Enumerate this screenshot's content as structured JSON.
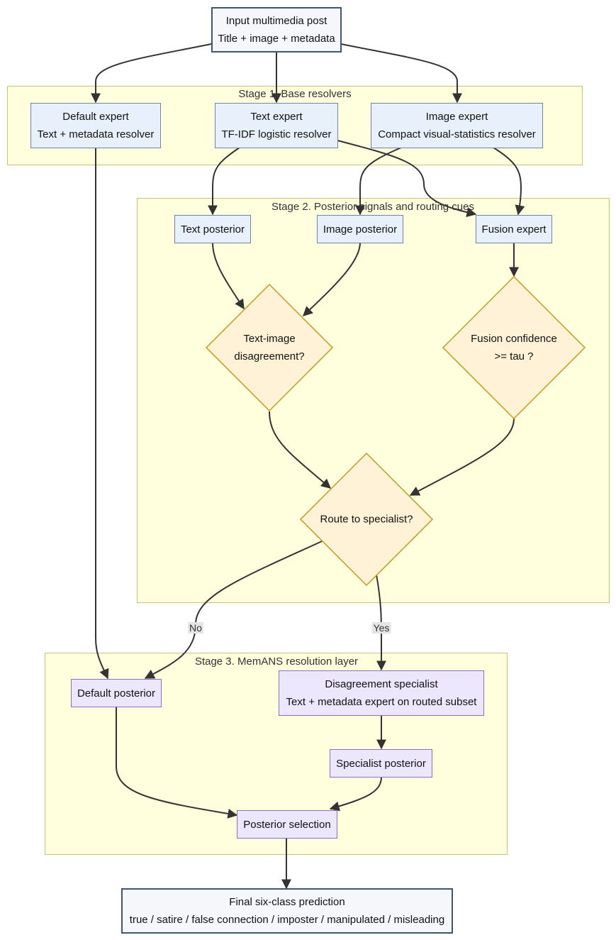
{
  "stages": {
    "stage1": "Stage 1. Base resolvers",
    "stage2": "Stage 2. Posterior signals and routing cues",
    "stage3": "Stage 3. MemANS resolution layer"
  },
  "nodes": {
    "input": {
      "line1": "Input multimedia post",
      "line2": "Title + image + metadata"
    },
    "default_expert": {
      "line1": "Default expert",
      "line2": "Text + metadata resolver"
    },
    "text_expert": {
      "line1": "Text expert",
      "line2": "TF-IDF logistic resolver"
    },
    "image_expert": {
      "line1": "Image expert",
      "line2": "Compact visual-statistics resolver"
    },
    "text_posterior": "Text posterior",
    "image_posterior": "Image posterior",
    "fusion_expert": "Fusion expert",
    "disagreement": {
      "line1": "Text-image",
      "line2": "disagreement?"
    },
    "fusion_confidence": {
      "line1": "Fusion confidence",
      "line2": ">= tau ?"
    },
    "route": "Route to specialist?",
    "default_posterior": "Default posterior",
    "specialist": {
      "line1": "Disagreement specialist",
      "line2": "Text + metadata expert on routed subset"
    },
    "specialist_posterior": "Specialist posterior",
    "posterior_selection": "Posterior selection",
    "final": {
      "line1": "Final six-class prediction",
      "line2": "true / satire / false connection / imposter / manipulated / misleading"
    }
  },
  "edge_labels": {
    "no": "No",
    "yes": "Yes"
  },
  "colors": {
    "stage_fill": "#ffffde",
    "stage_border": "#c8c27a",
    "expert_fill": "#e8f1fb",
    "expert_border": "#6a86b0",
    "decision_fill": "#fff2d6",
    "decision_border": "#c49a1c",
    "stage3_fill": "#ece7fc",
    "stage3_border": "#8a6fd0",
    "edge": "#333333"
  }
}
